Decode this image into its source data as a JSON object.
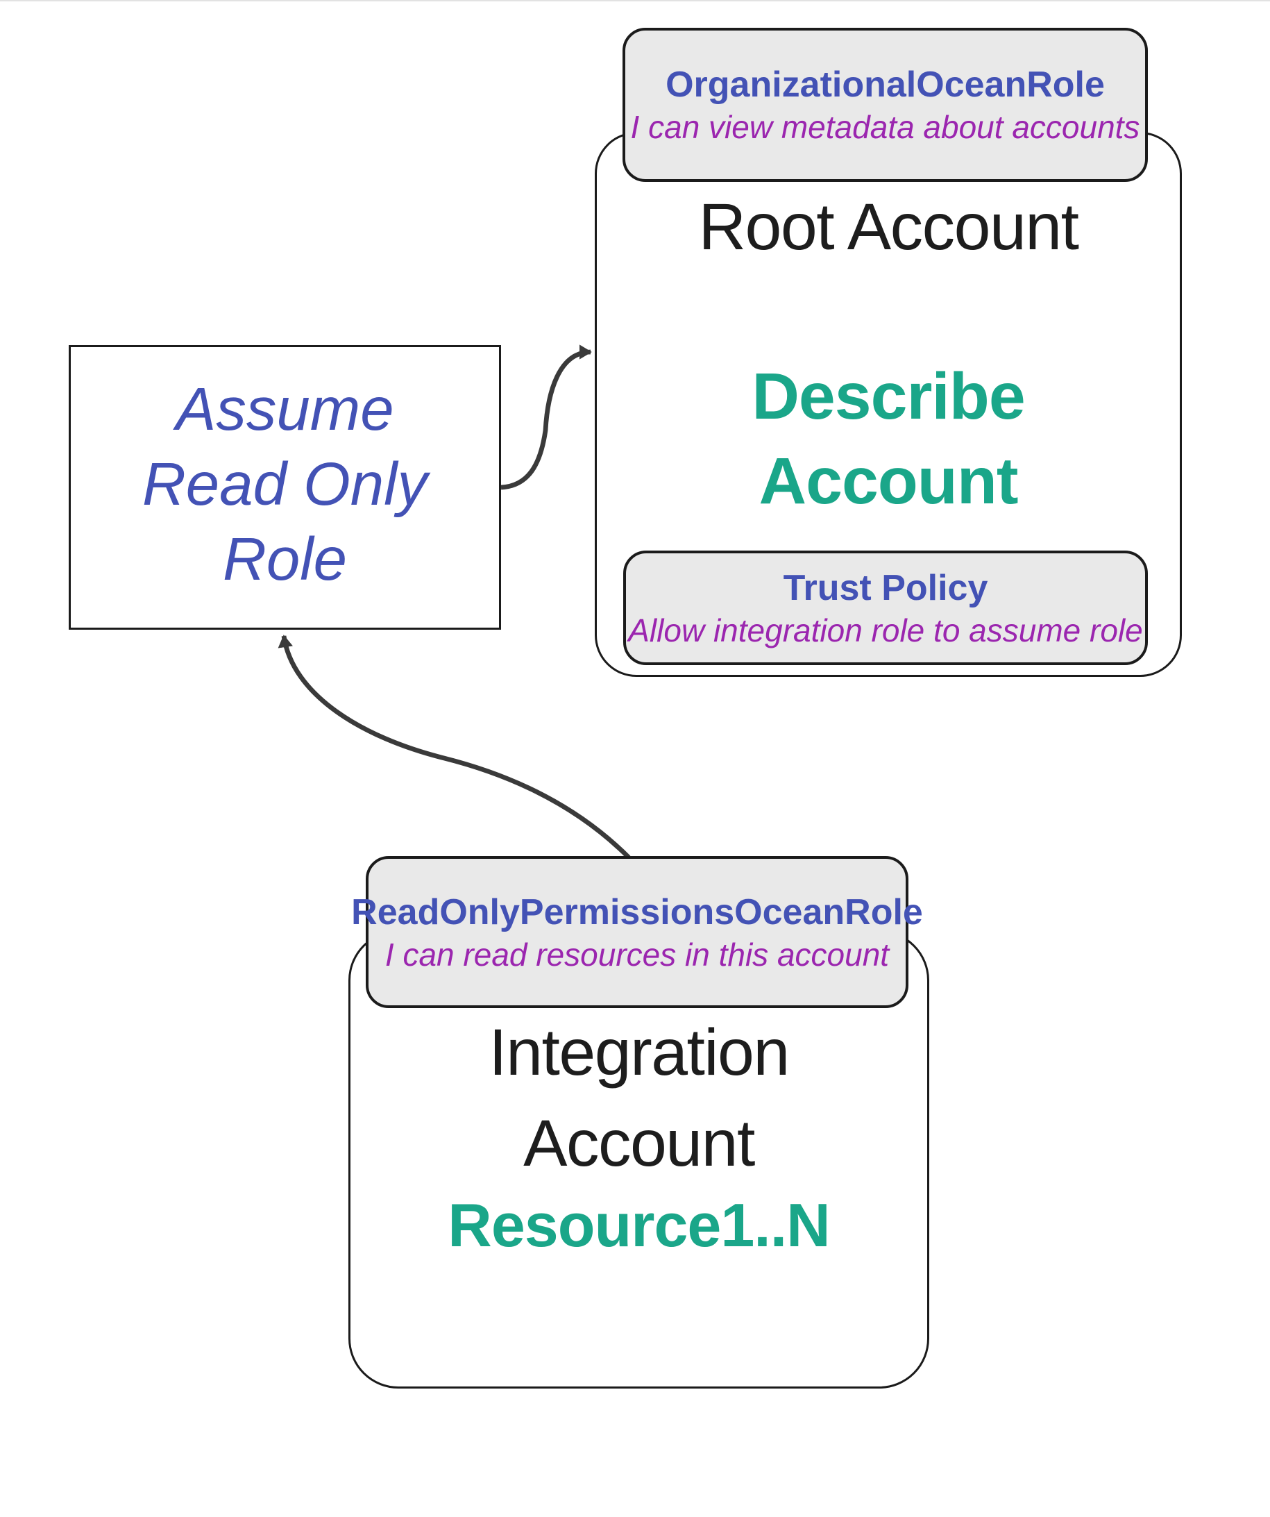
{
  "colors": {
    "ink": "#1b1b1b",
    "title_text": "#1d1d1d",
    "role_name": "#4352b5",
    "description": "#9b26af",
    "action": "#1aa689",
    "badge_bg": "#e9e9e9",
    "box_bg": "#ffffff",
    "arrow": "#3a3a3a"
  },
  "root_account": {
    "title": "Root Account",
    "action_lines": [
      "Describe",
      "Account"
    ],
    "top_badge": {
      "title": "OrganizationalOceanRole",
      "subtitle": "I can view metadata about accounts"
    },
    "trust_badge": {
      "title": "Trust Policy",
      "subtitle": "Allow integration role to assume role"
    }
  },
  "assume_role": {
    "lines": [
      "Assume",
      "Read Only",
      "Role"
    ]
  },
  "integration_account": {
    "title_lines": [
      "Integration",
      "Account"
    ],
    "resource_label": "Resource1..N",
    "badge": {
      "title": "ReadOnlyPermissionsOceanRole",
      "subtitle": "I can read resources in this account"
    }
  }
}
